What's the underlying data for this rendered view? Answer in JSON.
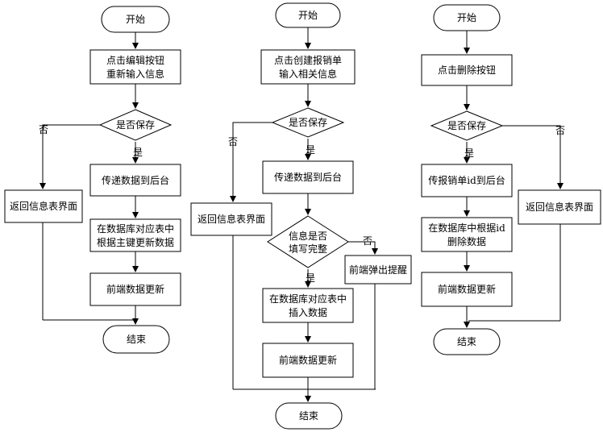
{
  "flows": [
    {
      "id": "edit",
      "start": "开始",
      "step1": [
        "点击编辑按钮",
        "重新输入信息"
      ],
      "decision": "是否保存",
      "yes": "是",
      "no": "否",
      "step2": "传递数据到后台",
      "step3": [
        "在数据库对应表中",
        "根据主键更新数据"
      ],
      "step4": "前端数据更新",
      "return_box": "返回信息表界面",
      "end": "结束"
    },
    {
      "id": "create",
      "start": "开始",
      "step1": [
        "点击创建报销单",
        "输入相关信息"
      ],
      "decision": "是否保存",
      "yes": "是",
      "no": "否",
      "step2": "传递数据到后台",
      "decision2": [
        "信息是否",
        "填写完整"
      ],
      "yes2": "是",
      "no2": "否",
      "alert": "前端弹出提醒",
      "step3": [
        "在数据库对应表中",
        "插入数据"
      ],
      "step4": "前端数据更新",
      "return_box": "返回信息表界面",
      "end": "结束"
    },
    {
      "id": "delete",
      "start": "开始",
      "step1": "点击删除按钮",
      "decision": "是否保存",
      "yes": "是",
      "no": "否",
      "step2": "传报销单id到后台",
      "step3": [
        "在数据库中根据id",
        "删除数据"
      ],
      "step4": "前端数据更新",
      "return_box": "返回信息表界面",
      "end": "结束"
    }
  ]
}
